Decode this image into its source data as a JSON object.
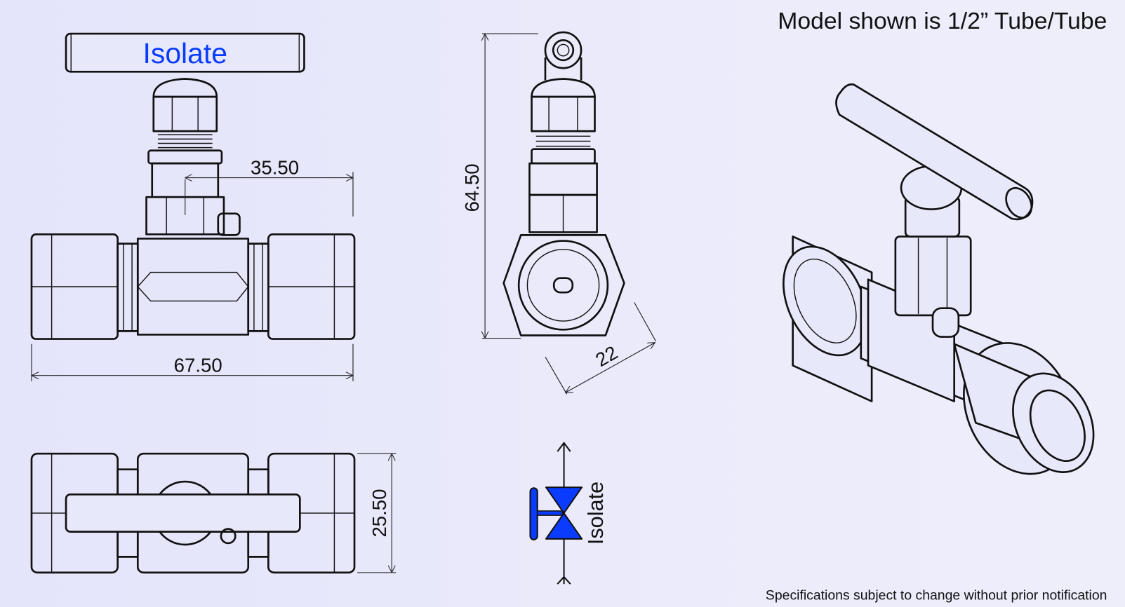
{
  "title": "Model shown is 1/2” Tube/Tube",
  "footer_note": "Specifications subject to change without prior notification",
  "handle_label": "Isolate",
  "symbol_label": "Isolate",
  "dimensions": {
    "stem_offset": "35.50",
    "overall_length": "67.50",
    "height": "64.50",
    "hex_across_flats": "22",
    "width": "25.50"
  },
  "colors": {
    "accent": "#0a3cff",
    "background": "#e6e6fb",
    "line": "#111111"
  }
}
